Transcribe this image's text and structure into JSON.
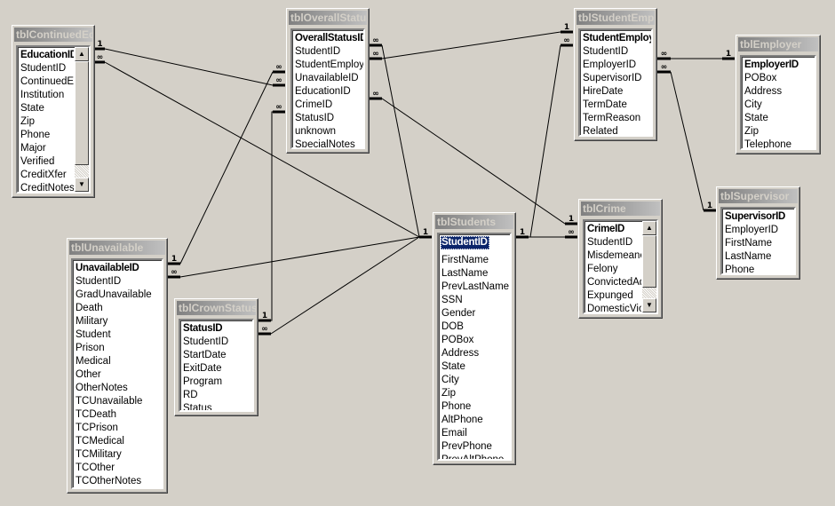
{
  "symbols": {
    "one": "1",
    "many": "∞"
  },
  "tables": {
    "continued": {
      "title": "tblContinuedEd",
      "fields": [
        "EducationID",
        "StudentID",
        "ContinuedEd",
        "Institution",
        "State",
        "Zip",
        "Phone",
        "Major",
        "Verified",
        "CreditXfer",
        "CreditNotes"
      ]
    },
    "overall": {
      "title": "tblOverallStatus",
      "fields": [
        "OverallStatusID",
        "StudentID",
        "StudentEmploymentID",
        "UnavailableID",
        "EducationID",
        "CrimeID",
        "StatusID",
        "unknown",
        "SpecialNotes"
      ]
    },
    "studentemp": {
      "title": "tblStudentEmployment",
      "fields": [
        "StudentEmploymentID",
        "StudentID",
        "EmployerID",
        "SupervisorID",
        "HireDate",
        "TermDate",
        "TermReason",
        "Related"
      ]
    },
    "employer": {
      "title": "tblEmployer",
      "fields": [
        "EmployerID",
        "POBox",
        "Address",
        "City",
        "State",
        "Zip",
        "Telephone"
      ]
    },
    "supervisor": {
      "title": "tblSupervisor",
      "fields": [
        "SupervisorID",
        "EmployerID",
        "FirstName",
        "LastName",
        "Phone"
      ]
    },
    "crime": {
      "title": "tblCrime",
      "fields": [
        "CrimeID",
        "StudentID",
        "Misdemeanor",
        "Felony",
        "ConvictedAdult",
        "Expunged",
        "DomesticViolence"
      ]
    },
    "students": {
      "title": "tblStudents",
      "fields": [
        "StudentID",
        "FirstName",
        "LastName",
        "PrevLastName",
        "SSN",
        "Gender",
        "DOB",
        "POBox",
        "Address",
        "State",
        "City",
        "Zip",
        "Phone",
        "AltPhone",
        "Email",
        "PrevPhone",
        "PrevAltPhone"
      ]
    },
    "unavailable": {
      "title": "tblUnavailable",
      "fields": [
        "UnavailableID",
        "StudentID",
        "GradUnavailable",
        "Death",
        "Military",
        "Student",
        "Prison",
        "Medical",
        "Other",
        "OtherNotes",
        "TCUnavailable",
        "TCDeath",
        "TCPrison",
        "TCMedical",
        "TCMilitary",
        "TCOther",
        "TCOtherNotes"
      ]
    },
    "crown": {
      "title": "tblCrownStatus",
      "fields": [
        "StatusID",
        "StudentID",
        "StartDate",
        "ExitDate",
        "Program",
        "RD",
        "Status"
      ]
    }
  },
  "selected": {
    "table": "students",
    "field": "StudentID"
  }
}
